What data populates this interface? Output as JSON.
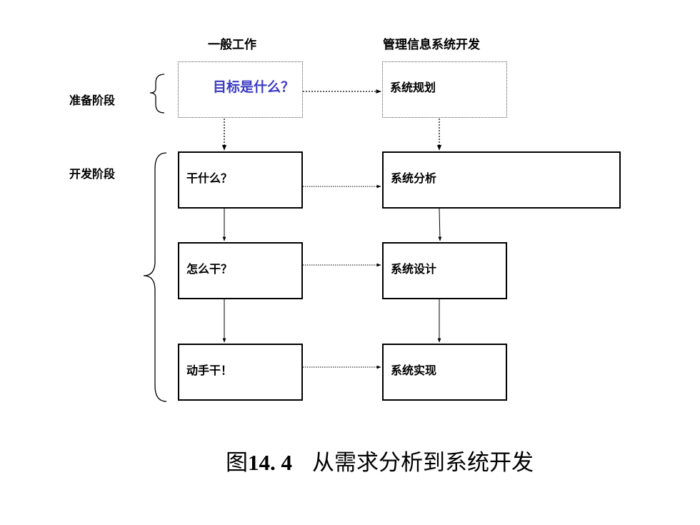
{
  "columns": {
    "general": "一般工作",
    "mis": "管理信息系统开发"
  },
  "stages": {
    "prep": "准备阶段",
    "dev": "开发阶段"
  },
  "left_boxes": [
    {
      "label": "目标是什么？"
    },
    {
      "label": "干什么？"
    },
    {
      "label": "怎么干？"
    },
    {
      "label": "动手干！"
    }
  ],
  "right_boxes": [
    {
      "label": "系统规划"
    },
    {
      "label": "系统分析"
    },
    {
      "label": "系统设计"
    },
    {
      "label": "系统实现"
    }
  ],
  "caption": {
    "prefix": "图",
    "number": "14. 4",
    "text": "从需求分析到系统开发"
  },
  "colors": {
    "goal_text": "#3b3bc4",
    "line": "#000000"
  }
}
